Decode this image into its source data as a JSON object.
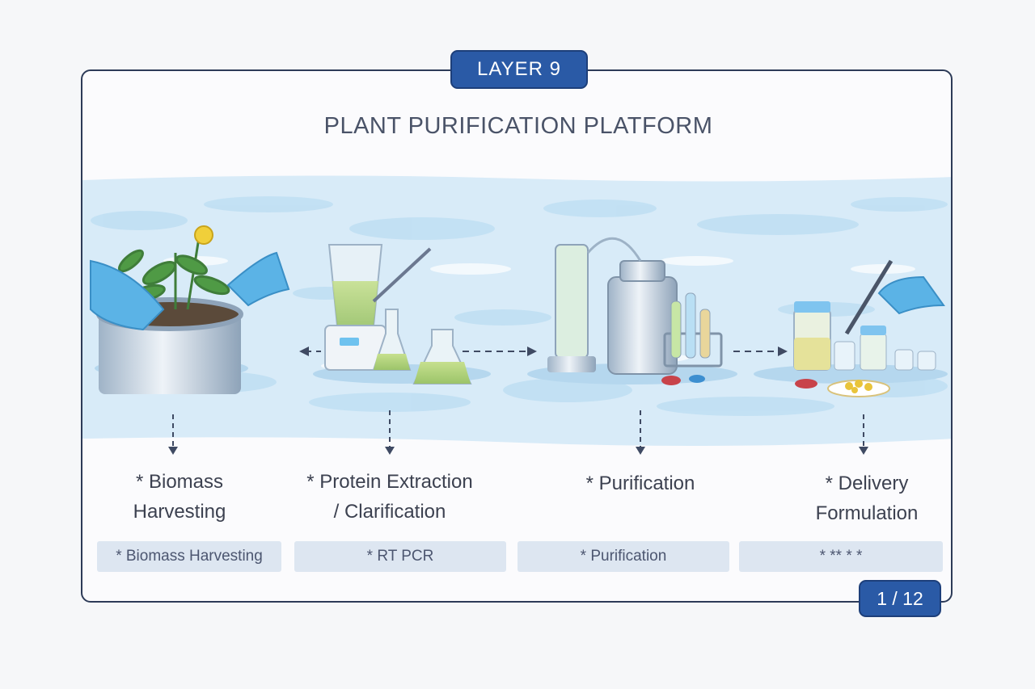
{
  "header": {
    "layer_label": "LAYER 9",
    "title": "PLANT PURIFICATION PLATFORM"
  },
  "stages": [
    {
      "id": "harvest",
      "label_line1": "* Biomass",
      "label_line2": "Harvesting",
      "icon": "plant-pot-gloves-icon"
    },
    {
      "id": "extraction",
      "label_line1": "* Protein Extraction",
      "label_line2": "/ Clarification",
      "icon": "blender-flasks-icon"
    },
    {
      "id": "purification",
      "label_line1": "* Purification",
      "label_line2": "",
      "icon": "column-vessel-icon"
    },
    {
      "id": "delivery",
      "label_line1": "* Delivery",
      "label_line2": "Formulation",
      "icon": "vials-pipette-icon"
    }
  ],
  "chips": [
    "* Biomass Harvesting",
    "* RT PCR",
    "* Purification",
    "*  ** *  *"
  ],
  "pagination": {
    "label": "1 / 12"
  },
  "colors": {
    "badge": "#2a5aa6",
    "frame": "#2d3b58",
    "water": "#cfe6f6",
    "glove": "#5bb3e6"
  }
}
